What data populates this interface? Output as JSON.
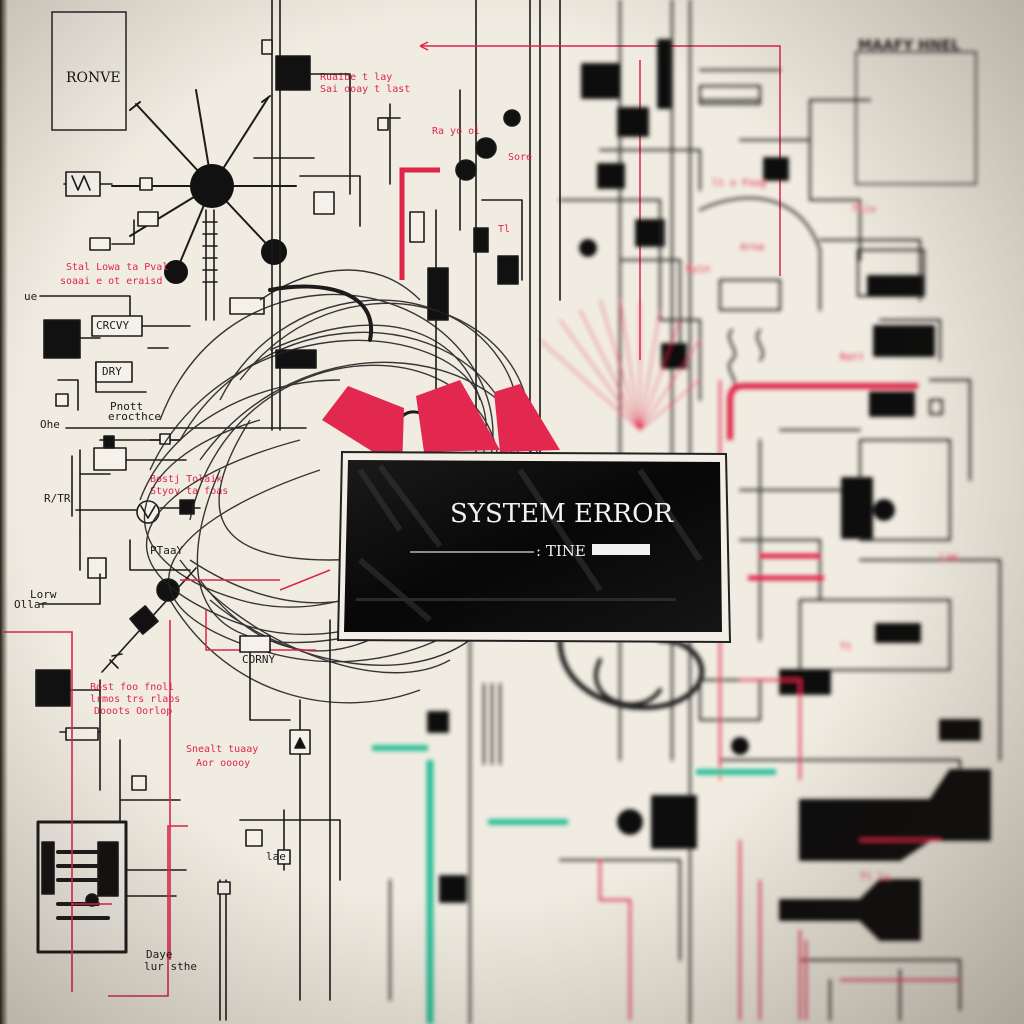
{
  "corner_box": {
    "label": "RONVE"
  },
  "top_right_title": "MAAFY HNEL",
  "error_panel": {
    "title": "SYSTEM ERROR",
    "status_label": ": TINE"
  },
  "left_labels": {
    "crcvy": "CRCVY",
    "dry": "DRY",
    "corny": "CORNY"
  },
  "colors": {
    "paper": "#f1ece1",
    "ink": "#1b1b1b",
    "accent_red": "#e0254a",
    "accent_teal": "#2fbf9a",
    "panel_black": "#0c0c0c"
  }
}
